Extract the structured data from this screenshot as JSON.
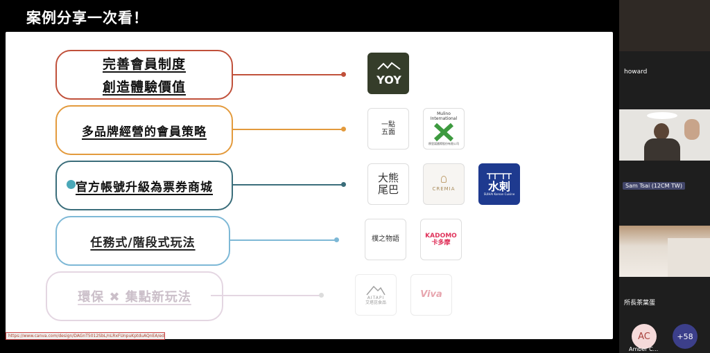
{
  "slide": {
    "title": "案例分享一次看！",
    "items": [
      {
        "line1": "完善會員制度",
        "line2": "創造體驗價值",
        "color": "#c0503a"
      },
      {
        "line1": "多品牌經營的會員策略",
        "line2": "",
        "color": "#e39a3c"
      },
      {
        "line1": "官方帳號升級為票券商城",
        "line2": "",
        "color": "#3a6d7a"
      },
      {
        "line1": "任務式/階段式玩法",
        "line2": "",
        "color": "#7db8d6"
      },
      {
        "line1": "環保 ✖ 集點新玩法",
        "line2": "",
        "color": "#d9c4d6"
      }
    ],
    "logos": {
      "yoy": "YOY",
      "ichiten": "一點\n五面",
      "mulino": "Mulino International",
      "mulino_sub": "穆里諾國際股份有限公司",
      "bear": "大熊\n尾巴",
      "cremia": "CREMIA",
      "suihi": "水剌",
      "suihi_sub": "SUIHAI Korean Cuisine",
      "shuzhi": "樸之物語",
      "kadomo": "KADOMO\n卡多摩",
      "aitapi": "AITAPI",
      "aitapi_sub": "艾塔芘食品",
      "viva": "Viva"
    },
    "url": "https://www.canva.com/design/DAGnT5012SbL/nLRxFUnpuKptduAQnEA/edit#page=3"
  },
  "participants": [
    {
      "name": "howard"
    },
    {
      "name": "Sam Tsai (12CM TW)"
    },
    {
      "name": "所長茶葉蛋"
    },
    {
      "name": "Amber C..."
    }
  ],
  "avatar_ac": "AC",
  "more_count": "+58"
}
